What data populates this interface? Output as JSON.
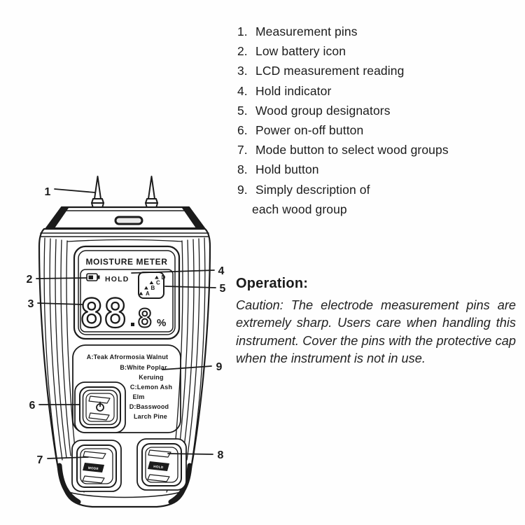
{
  "parts_list": {
    "items": [
      {
        "num": "1.",
        "text": "Measurement pins"
      },
      {
        "num": "2.",
        "text": "Low battery icon"
      },
      {
        "num": "3.",
        "text": "LCD measurement reading"
      },
      {
        "num": "4.",
        "text": "Hold indicator"
      },
      {
        "num": "5.",
        "text": "Wood group designators"
      },
      {
        "num": "6.",
        "text": "Power on-off button"
      },
      {
        "num": "7.",
        "text": "Mode button to select wood groups"
      },
      {
        "num": "8.",
        "text": "Hold button"
      },
      {
        "num": "9.",
        "text": "Simply description of"
      }
    ],
    "item9_continuation": "each wood group"
  },
  "operation": {
    "heading": "Operation:",
    "caution_text": "Caution: The electrode measurement pins are extremely sharp. Users care when handling this instrument. Cover the pins with the protective cap when the instrument is not in use."
  },
  "device": {
    "brand": "MOISTURE METER",
    "lcd": {
      "hold_label": "HOLD",
      "reading_main": "88",
      "reading_decimal": "8",
      "unit": "%",
      "group_letters": [
        "A",
        "B",
        "C",
        "D"
      ]
    },
    "panel_lines": [
      "A:Teak Afrormosia Walnut",
      "B:White Poplar",
      "Keruing",
      "C:Lemon Ash",
      "Elm",
      "D:Basswood",
      "Larch Pine"
    ],
    "buttons": {
      "mode_label": "MODE",
      "hold_label": "HOLD"
    }
  },
  "callouts": [
    "1",
    "2",
    "3",
    "4",
    "5",
    "6",
    "7",
    "8",
    "9"
  ],
  "colors": {
    "ink": "#1b1b1b",
    "background": "#fefefe"
  }
}
